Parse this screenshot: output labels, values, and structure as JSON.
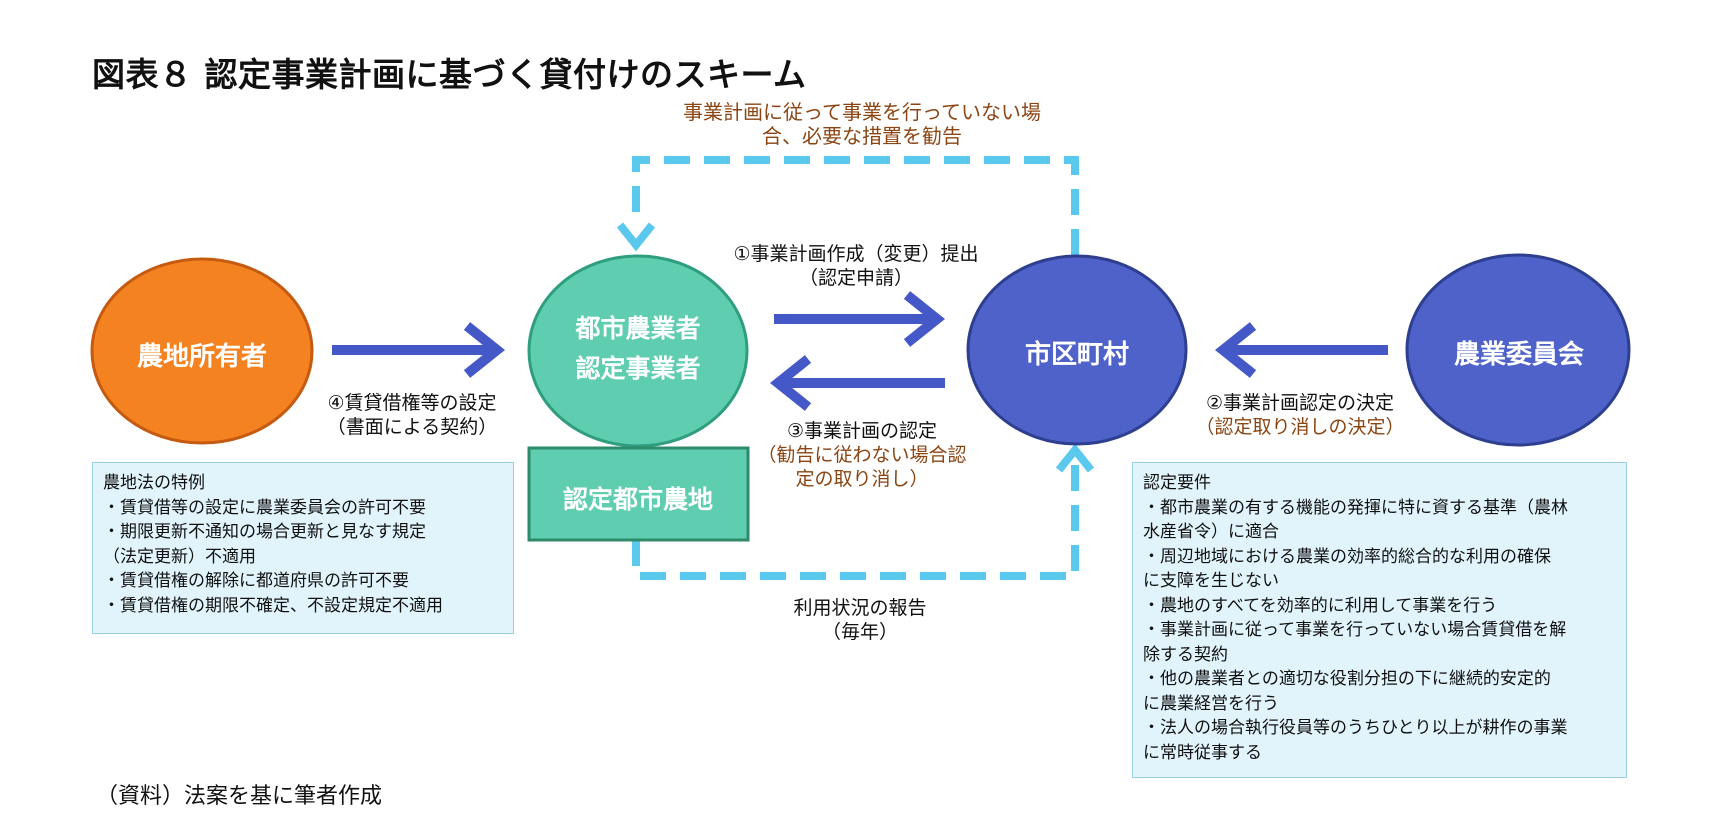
{
  "title": "図表８ 認定事業計画に基づく貸付けのスキーム",
  "nodes": {
    "owner": "農地所有者",
    "farmer_line1": "都市農業者",
    "farmer_line2": "認定事業者",
    "municipality": "市区町村",
    "committee": "農業委員会",
    "certified_land": "認定都市農地"
  },
  "arrows": {
    "lease_line1": "④賃貸借権等の設定",
    "lease_line2": "（書面による契約）",
    "submit_line1": "①事業計画作成（変更）提出",
    "submit_line2": "（認定申請）",
    "certify_line1": "③事業計画の認定",
    "certify_line2": "（勧告に従わない場合認",
    "certify_line3": "定の取り消し）",
    "decision_line1": "②事業計画認定の決定",
    "decision_line2": "（認定取り消しの決定）",
    "advice_line1": "事業計画に従って事業を行っていない場",
    "advice_line2": "合、必要な措置を勧告",
    "report_line1": "利用状況の報告",
    "report_line2": "（毎年）"
  },
  "left_box": {
    "heading": "農地法の特例",
    "lines": [
      "・賃貸借等の設定に農業委員会の許可不要",
      "・期限更新不通知の場合更新と見なす規定",
      "（法定更新）不適用",
      "・賃貸借権の解除に都道府県の許可不要",
      "・賃貸借権の期限不確定、不設定規定不適用"
    ]
  },
  "right_box": {
    "heading": "認定要件",
    "lines": [
      "・都市農業の有する機能の発揮に特に資する基準（農林",
      "水産省令）に適合",
      "・周辺地域における農業の効率的総合的な利用の確保",
      "に支障を生じない",
      "・農地のすべてを効率的に利用して事業を行う",
      "・事業計画に従って事業を行っていない場合賃貸借を解",
      "除する契約",
      "・他の農業者との適切な役割分担の下に継続的安定的",
      "に農業経営を行う",
      "・法人の場合執行役員等のうちひとり以上が耕作の事業",
      "に常時従事する"
    ]
  },
  "source": "（資料）法案を基に筆者作成",
  "colors": {
    "owner": "#F58220",
    "owner_border": "#C55A11",
    "farmer": "#5ECDB0",
    "farmer_border": "#2E9E7F",
    "land": "#5ECDB0",
    "land_border": "#2E8B6A",
    "municipality": "#4E62C9",
    "municipality_border": "#2E3F8F",
    "committee": "#4E62C9",
    "committee_border": "#2E3F8F",
    "solid_arrow": "#4458C8",
    "dashed_arrow": "#5BC8EE",
    "brown_text": "#8B4513",
    "box_fill": "#E1F3FB"
  }
}
